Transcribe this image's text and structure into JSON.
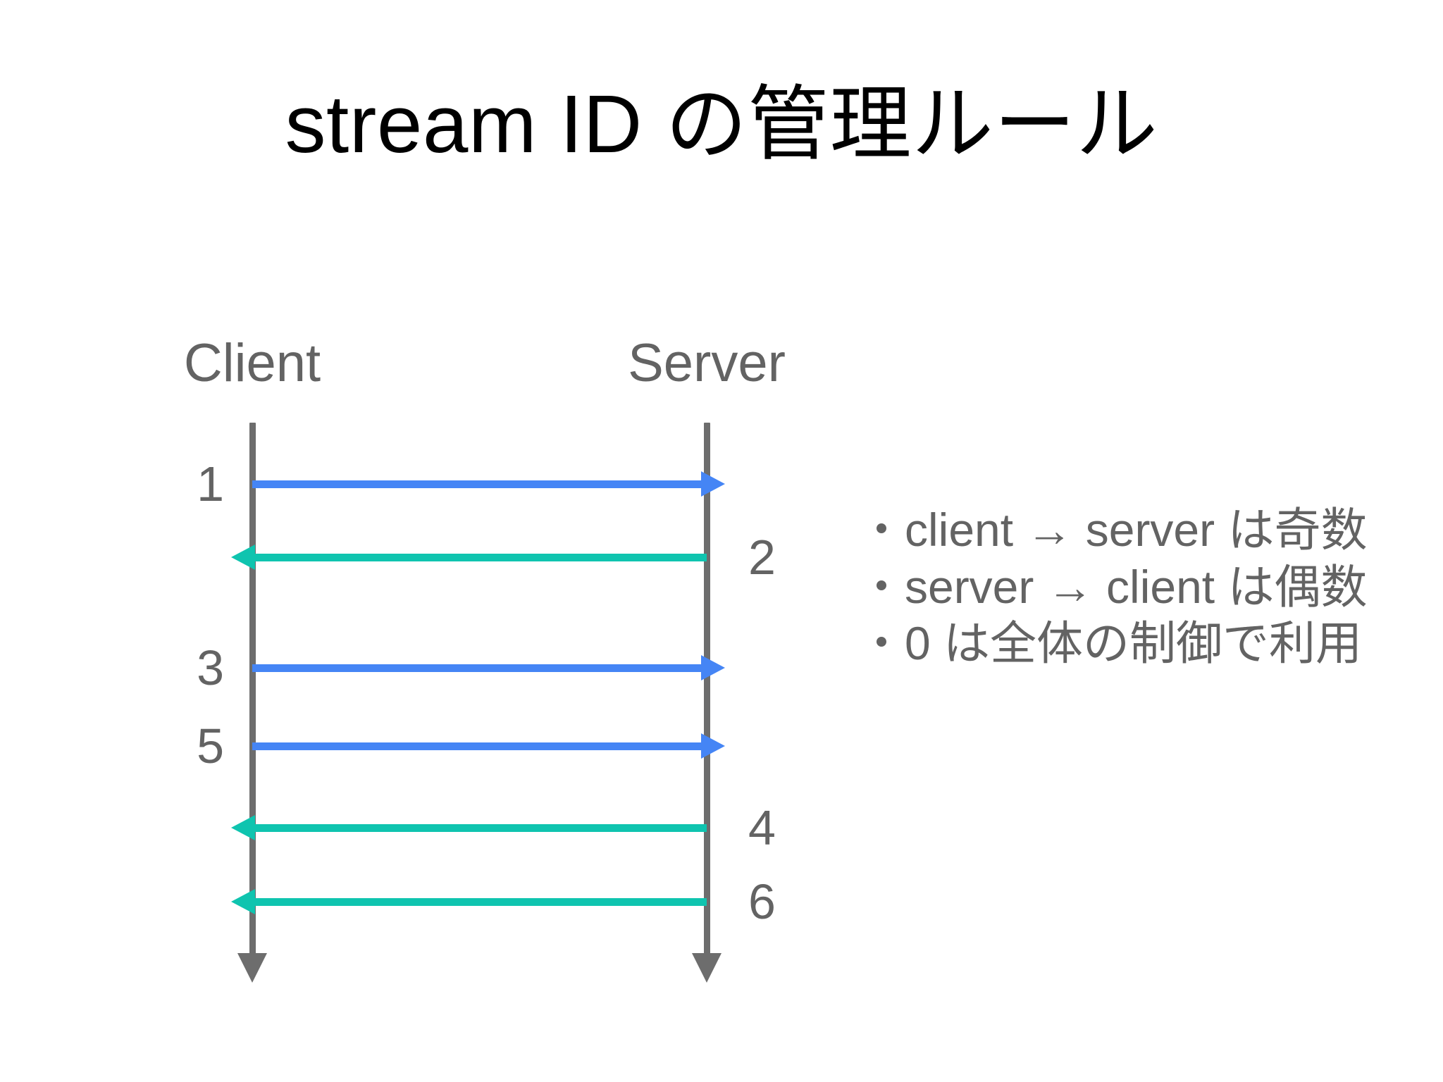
{
  "slide": {
    "title": "stream ID の管理ルール",
    "background_color": "#ffffff"
  },
  "colors": {
    "request_arrow": "#4585f5",
    "response_arrow": "#0fc4af",
    "lifeline": "#6d6d6d",
    "label_text": "#636363",
    "title_text": "#000000"
  },
  "diagram": {
    "type": "sequence",
    "actors": [
      {
        "name": "client",
        "label": "Client"
      },
      {
        "name": "server",
        "label": "Server"
      }
    ],
    "messages": [
      {
        "stream_id": "1",
        "from": "client",
        "to": "server",
        "direction": "to-right",
        "color_role": "request_arrow",
        "label_side": "left"
      },
      {
        "stream_id": "2",
        "from": "server",
        "to": "client",
        "direction": "to-left",
        "color_role": "response_arrow",
        "label_side": "right"
      },
      {
        "stream_id": "3",
        "from": "client",
        "to": "server",
        "direction": "to-right",
        "color_role": "request_arrow",
        "label_side": "left"
      },
      {
        "stream_id": "5",
        "from": "client",
        "to": "server",
        "direction": "to-right",
        "color_role": "request_arrow",
        "label_side": "left"
      },
      {
        "stream_id": "4",
        "from": "server",
        "to": "client",
        "direction": "to-left",
        "color_role": "response_arrow",
        "label_side": "right"
      },
      {
        "stream_id": "6",
        "from": "server",
        "to": "client",
        "direction": "to-left",
        "color_role": "response_arrow",
        "label_side": "right"
      }
    ]
  },
  "rules": {
    "bullet_glyph": "・",
    "items": [
      "・client → server は奇数",
      "・server → client は偶数",
      "・0 は全体の制御で利用"
    ]
  }
}
